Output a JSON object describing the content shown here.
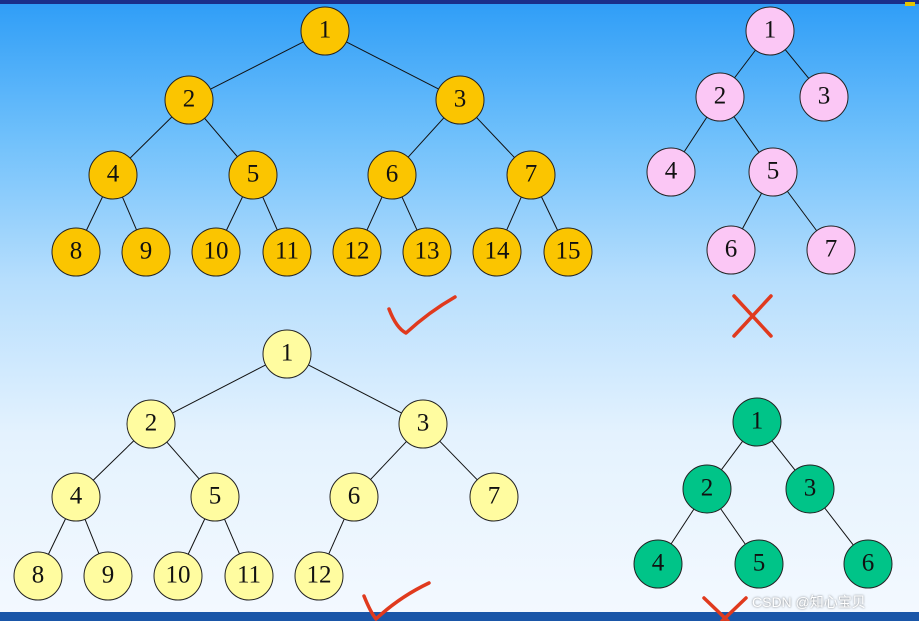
{
  "colors": {
    "orange_fill": "#fbc500",
    "pink_fill": "#fbc7f5",
    "yellow_fill": "#fffca0",
    "green_fill": "#00c488",
    "mark_color": "#e03a1e"
  },
  "trees": [
    {
      "id": "tree-complete-full",
      "fill": "#fbc500",
      "verdict": "check-mark",
      "nodes": [
        {
          "label": "1",
          "children": [
            "2",
            "3"
          ]
        },
        {
          "label": "2",
          "children": [
            "4",
            "5"
          ]
        },
        {
          "label": "3",
          "children": [
            "6",
            "7"
          ]
        },
        {
          "label": "4",
          "children": [
            "8",
            "9"
          ]
        },
        {
          "label": "5",
          "children": [
            "10",
            "11"
          ]
        },
        {
          "label": "6",
          "children": [
            "12",
            "13"
          ]
        },
        {
          "label": "7",
          "children": [
            "14",
            "15"
          ]
        },
        {
          "label": "8",
          "children": []
        },
        {
          "label": "9",
          "children": []
        },
        {
          "label": "10",
          "children": []
        },
        {
          "label": "11",
          "children": []
        },
        {
          "label": "12",
          "children": []
        },
        {
          "label": "13",
          "children": []
        },
        {
          "label": "14",
          "children": []
        },
        {
          "label": "15",
          "children": []
        }
      ]
    },
    {
      "id": "tree-invalid-pink",
      "fill": "#fbc7f5",
      "verdict": "cross-mark",
      "nodes": [
        {
          "label": "1",
          "children": [
            "2",
            "3"
          ]
        },
        {
          "label": "2",
          "children": [
            "4",
            "5"
          ]
        },
        {
          "label": "3",
          "children": []
        },
        {
          "label": "4",
          "children": []
        },
        {
          "label": "5",
          "children": [
            "6",
            "7"
          ]
        },
        {
          "label": "6",
          "children": []
        },
        {
          "label": "7",
          "children": []
        }
      ]
    },
    {
      "id": "tree-complete-partial",
      "fill": "#fffca0",
      "verdict": "check-mark",
      "nodes": [
        {
          "label": "1",
          "children": [
            "2",
            "3"
          ]
        },
        {
          "label": "2",
          "children": [
            "4",
            "5"
          ]
        },
        {
          "label": "3",
          "children": [
            "6",
            "7"
          ]
        },
        {
          "label": "4",
          "children": [
            "8",
            "9"
          ]
        },
        {
          "label": "5",
          "children": [
            "10",
            "11"
          ]
        },
        {
          "label": "6",
          "children": [
            "12"
          ]
        },
        {
          "label": "7",
          "children": []
        },
        {
          "label": "8",
          "children": []
        },
        {
          "label": "9",
          "children": []
        },
        {
          "label": "10",
          "children": []
        },
        {
          "label": "11",
          "children": []
        },
        {
          "label": "12",
          "children": []
        }
      ]
    },
    {
      "id": "tree-invalid-green",
      "fill": "#00c488",
      "verdict": "cross-mark",
      "nodes": [
        {
          "label": "1",
          "children": [
            "2",
            "3"
          ]
        },
        {
          "label": "2",
          "children": [
            "4",
            "5"
          ]
        },
        {
          "label": "3",
          "children": [
            "6"
          ]
        },
        {
          "label": "4",
          "children": []
        },
        {
          "label": "5",
          "children": []
        },
        {
          "label": "6",
          "children": []
        }
      ]
    }
  ],
  "watermark": "CSDN @知心宝贝"
}
